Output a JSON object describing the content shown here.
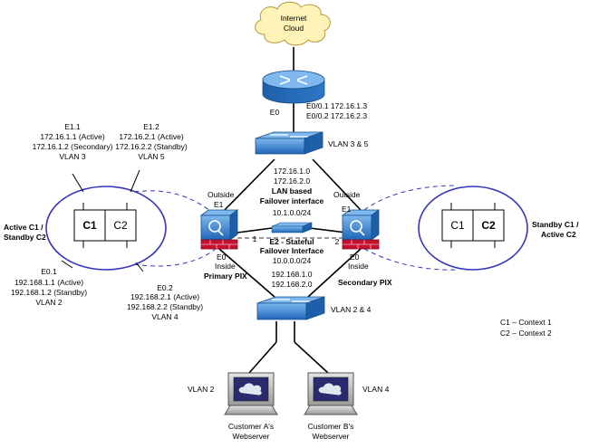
{
  "cloud": {
    "line1": "Internet",
    "line2": "Cloud"
  },
  "router": {
    "port": "E0",
    "sub1": "E0/0.1 172.16.1.3",
    "sub2": "E0/0.2 172.16.2.3"
  },
  "top_switch": {
    "vlan": "VLAN 3 & 5"
  },
  "bottom_switch": {
    "vlan": "VLAN 2 & 4"
  },
  "lan_failover": {
    "net1": "172.16.1.0",
    "net2": "172.16.2.0",
    "title1": "LAN based",
    "title2": "Failover interface",
    "subnet": "10.1.0.0/24"
  },
  "stateful_failover": {
    "title1": "E2 - Stateful",
    "title2": "Failover Interface",
    "subnet": "10.0.0.0/24",
    "port_left": "1",
    "port_right": "2"
  },
  "inside_nets": {
    "net1": "192.168.1.0",
    "net2": "192.168.2.0"
  },
  "primary_pix": {
    "outside": "Outside",
    "outside_port": "E1",
    "inside_port": "E0",
    "inside": "Inside",
    "name": "Primary PIX"
  },
  "secondary_pix": {
    "outside": "Outside",
    "outside_port": "E1",
    "inside_port": "E0",
    "inside": "Inside",
    "name": "Secondary PIX"
  },
  "e11": {
    "name": "E1.1",
    "ip1": "172.16.1.1 (Active)",
    "ip2": "172.16.1.2 (Secondary)",
    "vlan": "VLAN 3"
  },
  "e12": {
    "name": "E1.2",
    "ip1": "172.16.2.1 (Active)",
    "ip2": "172.16.2.2 (Standby)",
    "vlan": "VLAN 5"
  },
  "e01": {
    "name": "E0.1",
    "ip1": "192.168.1.1 (Active)",
    "ip2": "192.168.1.2 (Standby)",
    "vlan": "VLAN 2"
  },
  "e02": {
    "name": "E0.2",
    "ip1": "192.168.2.1 (Active)",
    "ip2": "192.168.2.2 (Standby)",
    "vlan": "VLAN 4"
  },
  "left_contexts": {
    "c1": "C1",
    "c2": "C2",
    "role1": "Active C1 /",
    "role2": "Standby C2"
  },
  "right_contexts": {
    "c1": "C1",
    "c2": "C2",
    "role1": "Standby C1 /",
    "role2": "Active C2"
  },
  "legend": {
    "line1": "C1 – Context 1",
    "line2": "C2 – Context 2"
  },
  "server_a": {
    "vlan": "VLAN 2",
    "line1": "Customer A's",
    "line2": "Webserver"
  },
  "server_b": {
    "vlan": "VLAN 4",
    "line1": "Customer B's",
    "line2": "Webserver"
  },
  "colors": {
    "device_blue": "#2f7fd0",
    "ellipse_blue": "#3333bb",
    "cloud_fill": "#fff3b8",
    "firewall_red": "#c8102e"
  }
}
